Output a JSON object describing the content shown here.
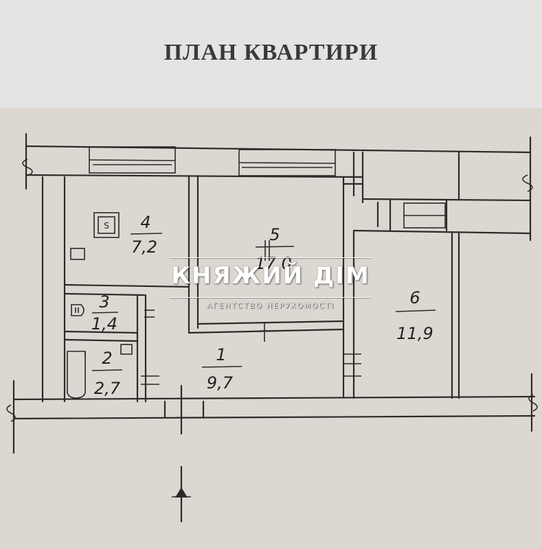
{
  "title": "ПЛАН КВАРТИРИ",
  "rooms": [
    {
      "number": "1",
      "area": "9,7"
    },
    {
      "number": "2",
      "area": "2,7"
    },
    {
      "number": "3",
      "area": "1,4"
    },
    {
      "number": "4",
      "area": "7,2"
    },
    {
      "number": "5",
      "area": "17,0"
    },
    {
      "number": "6",
      "area": "11,9"
    }
  ],
  "watermark": {
    "name": "КНЯЖИЙ ДІМ",
    "subtitle": "АГЕНТСТВО НЕРУХОМОСТІ",
    "color": "#ffffff"
  },
  "colors": {
    "ink": "#2a2a2a",
    "paper": "#dcd7d0",
    "background": "#e4e4e2"
  }
}
